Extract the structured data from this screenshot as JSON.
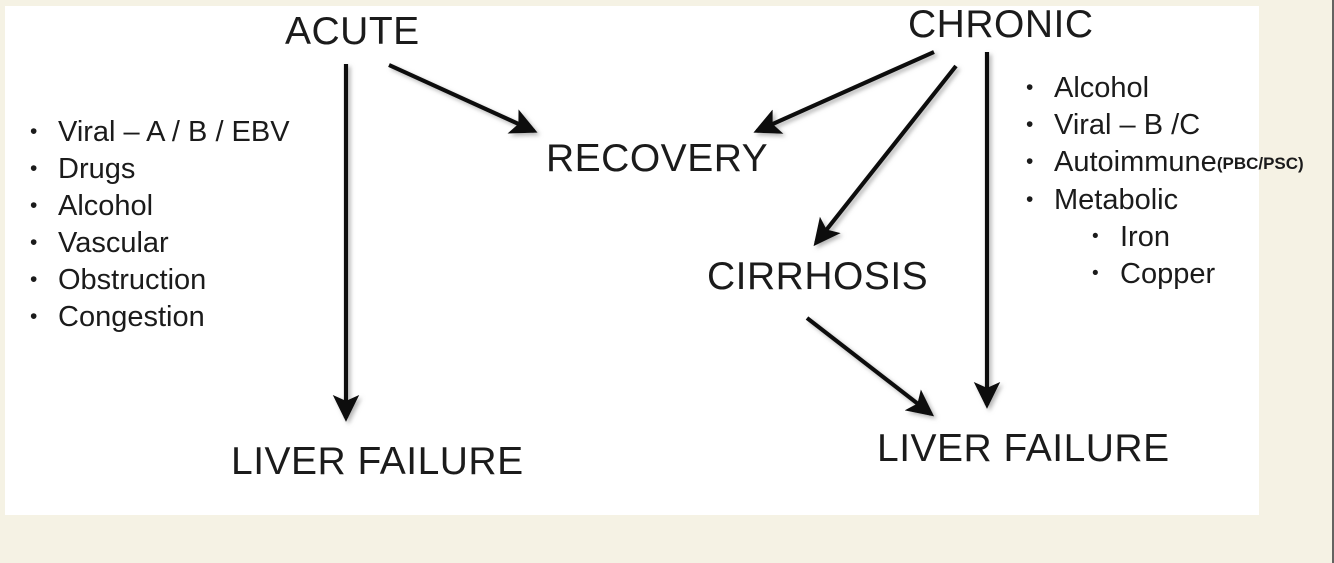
{
  "slide": {
    "background_color": "#f5f2e4",
    "panel_color": "#ffffff",
    "ink_color": "#1b1b1b"
  },
  "nodes": {
    "acute": "ACUTE",
    "chronic": "CHRONIC",
    "recovery": "RECOVERY",
    "cirrhosis": "CIRRHOSIS",
    "liver_failure_left": "LIVER FAILURE",
    "liver_failure_right": "LIVER FAILURE"
  },
  "acute_causes": [
    "Viral – A / B / EBV",
    "Drugs",
    "Alcohol",
    "Vascular",
    "Obstruction",
    "Congestion"
  ],
  "chronic_causes": [
    "Alcohol",
    "Viral – B /C",
    "Autoimmune",
    "Metabolic"
  ],
  "chronic_autoimmune_note": "(PBC/PSC)",
  "chronic_metabolic_sub": [
    "Iron",
    "Copper"
  ],
  "edges": [
    {
      "from": "ACUTE",
      "to": "LIVER FAILURE",
      "style": "vertical-arrow"
    },
    {
      "from": "ACUTE",
      "to": "RECOVERY",
      "style": "diagonal-arrow"
    },
    {
      "from": "CHRONIC",
      "to": "RECOVERY",
      "style": "diagonal-arrow"
    },
    {
      "from": "CHRONIC",
      "to": "CIRRHOSIS",
      "style": "diagonal-arrow"
    },
    {
      "from": "CHRONIC",
      "to": "LIVER FAILURE",
      "style": "vertical-arrow"
    },
    {
      "from": "CIRRHOSIS",
      "to": "LIVER FAILURE",
      "style": "diagonal-arrow"
    }
  ]
}
